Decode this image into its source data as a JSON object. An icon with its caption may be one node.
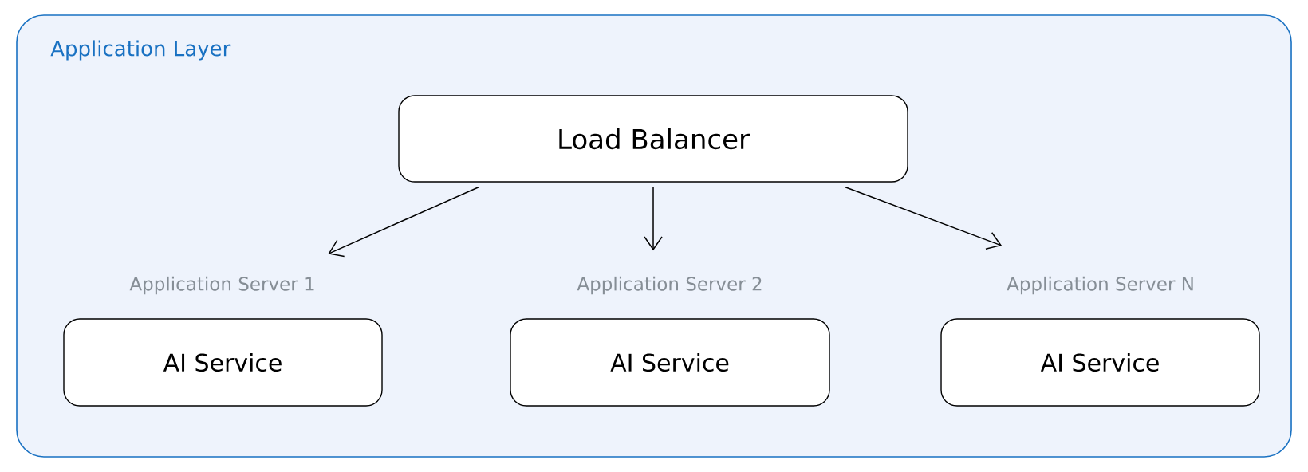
{
  "diagram": {
    "nodes": [
      {
        "text": [
          "Application Layer"
        ]
      },
      {
        "text": [
          "Load Balancer"
        ],
        "in": 0
      },
      {
        "text": [
          "AI Service"
        ],
        "in": 0,
        "beside": [
          "Application Server 1"
        ]
      },
      {
        "text": [
          "AI Service"
        ],
        "in": 0,
        "beside": [
          "Application Server 2"
        ]
      },
      {
        "text": [
          "AI Service"
        ],
        "in": 0,
        "beside": [
          "Application Server N"
        ]
      }
    ],
    "edges": [
      {
        "from": 1,
        "to": 2,
        "arrow": "to"
      },
      {
        "from": 1,
        "to": 3,
        "arrow": "to"
      },
      {
        "from": 1,
        "to": 4,
        "arrow": "to"
      }
    ]
  }
}
